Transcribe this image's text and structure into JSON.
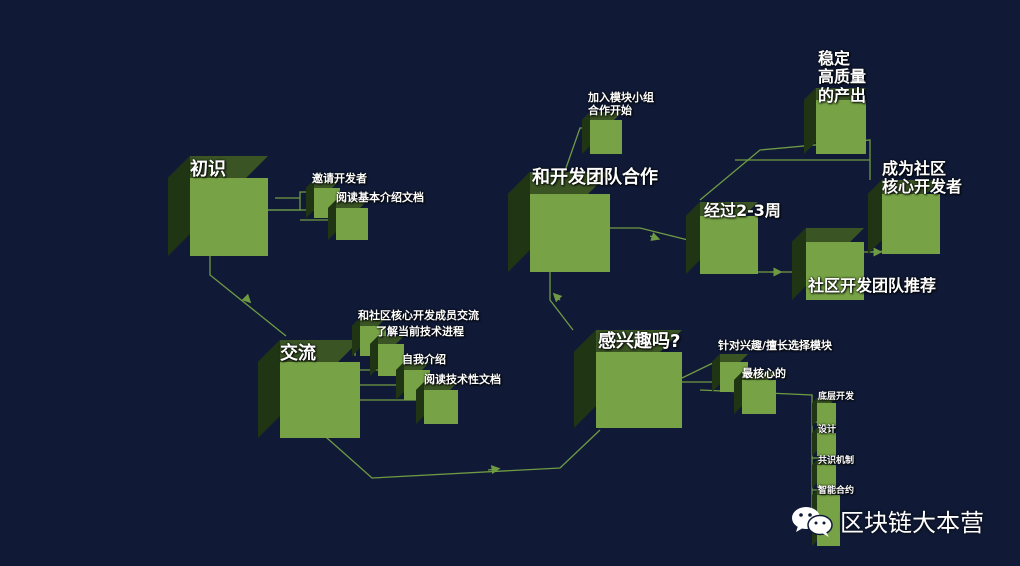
{
  "diagram": {
    "nodes": {
      "chushi": "初识",
      "invite": "邀请开发者",
      "read_basic": "阅读基本介绍文档",
      "jiaoliu": "交流",
      "talk_core": "和社区核心开发成员交流",
      "learn_progress": "了解当前技术进程",
      "self_intro": "自我介绍",
      "read_tech": "阅读技术性文档",
      "interest": "感兴趣吗?",
      "choose_module": "针对兴趣/擅长选择模块",
      "core_one": "最核心的",
      "bottom_dev": "底层开发",
      "design": "设计",
      "consensus": "共识机制",
      "smart_contract": "智能合约",
      "team_coop": "和开发团队合作",
      "join_group": "加入模块小组\n合作开始",
      "after_weeks": "经过2-3周",
      "stable_output": "稳定\n高质量\n的产出",
      "recommend": "社区开发团队推荐",
      "become_core": "成为社区\n核心开发者"
    }
  },
  "watermark": {
    "icon": "wechat-icon",
    "text": "区块链大本营"
  },
  "colors": {
    "background": "#101a36",
    "cube_front": "#77a346",
    "connector": "#6f9a44"
  }
}
